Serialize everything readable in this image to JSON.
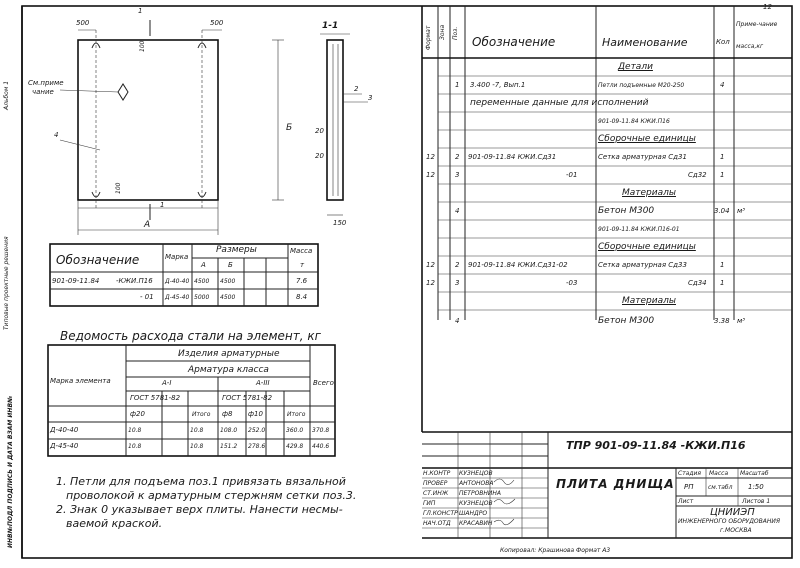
{
  "page_number": "12",
  "left_margin": {
    "top_label": "Альбом 1",
    "mid_label": "Типовые проектные решения",
    "bottom_label": "ИНВ№ПОДЛ ПОДПИСЬ И ДАТА ВЗАМ ИНВ№"
  },
  "drawing": {
    "dim_500_left": "500",
    "dim_500_right": "500",
    "dim_100_top": "100",
    "dim_100_bottom": "100",
    "callout_1_top": "1",
    "callout_1_bottom": "1",
    "callout_4": "4",
    "note_line1": "См.приме",
    "note_line2": "чание",
    "dim_A": "А",
    "dim_B": "Б",
    "section_title": "1-1",
    "callout_2": "2",
    "callout_3": "3",
    "dim_20_a": "20",
    "dim_20_b": "20",
    "dim_150": "150"
  },
  "variants_table": {
    "h_designation": "Обозначение",
    "h_mark": "Марка",
    "h_sizes": "Размеры",
    "h_A": "А",
    "h_B": "Б",
    "h_mass": "Масса",
    "h_mass_unit": "т",
    "rows": [
      {
        "designation": "901-09-11.84",
        "suffix": "-КЖИ.П16",
        "mark": "Д-40-40",
        "a": "4500",
        "b": "4500",
        "mass": "7.6"
      },
      {
        "designation": "",
        "suffix": "- 01",
        "mark": "Д-45-40",
        "a": "5000",
        "b": "4500",
        "mass": "8.4"
      }
    ]
  },
  "steel_table": {
    "title": "Ведомость расхода стали на элемент, кг",
    "h_items": "Изделия арматурные",
    "h_class": "Арматура класса",
    "h_mark": "Марка элемента",
    "h_total": "Всего",
    "h_a1": "А-I",
    "h_a3": "А-III",
    "h_gost1": "ГОСТ 5781-82",
    "h_gost2": "ГОСТ 5781-82",
    "h_cols": [
      "ф20",
      "Итого",
      "ф8",
      "ф10",
      "Итого"
    ],
    "rows": [
      {
        "mark": "Д-40-40",
        "v": [
          "10.8",
          "10.8",
          "108.0",
          "252.0",
          "360.0",
          "370.8"
        ]
      },
      {
        "mark": "Д-45-40",
        "v": [
          "10.8",
          "10.8",
          "151.2",
          "278.6",
          "429.8",
          "440.6"
        ]
      }
    ]
  },
  "notes": [
    "1. Петли для подъема поз.1 привязать вязальной",
    "проволокой к арматурным стержням сетки поз.3.",
    "2. Знак 0 указывает верх плиты. Нанести несмы-",
    "ваемой краской."
  ],
  "spec": {
    "h_format": "Формат",
    "h_zone": "Зона",
    "h_pos": "Поз.",
    "h_designation": "Обозначение",
    "h_name": "Наименование",
    "h_qty": "Кол",
    "h_note": "Приме-чание",
    "h_note2": "масса,кг",
    "rows": [
      {
        "f": "",
        "z": "",
        "p": "",
        "d": "",
        "n": "Детали",
        "q": "",
        "m": "",
        "c": true
      },
      {
        "f": "",
        "z": "",
        "p": "1",
        "d": "3.400 -7, Вып.1",
        "n": "Петли подъемные М20-250",
        "q": "4",
        "m": ""
      },
      {
        "f": "",
        "z": "",
        "p": "",
        "d": "переменные данные для исполнений",
        "n": "",
        "q": "",
        "m": "",
        "span": true
      },
      {
        "f": "",
        "z": "",
        "p": "",
        "d": "",
        "n": "901-09-11.84 КЖИ.П16",
        "q": "",
        "m": ""
      },
      {
        "f": "",
        "z": "",
        "p": "",
        "d": "",
        "n": "Сборочные единицы",
        "q": "",
        "m": "",
        "c": true
      },
      {
        "f": "12",
        "z": "",
        "p": "2",
        "d": "901-09-11.84 КЖИ.Сд31",
        "n": "Сетка арматурная Сд31",
        "q": "1",
        "m": ""
      },
      {
        "f": "12",
        "z": "",
        "p": "3",
        "d": "-01",
        "n": "Сд32",
        "q": "1",
        "m": ""
      },
      {
        "f": "",
        "z": "",
        "p": "",
        "d": "",
        "n": "Материалы",
        "q": "",
        "m": "",
        "c": true
      },
      {
        "f": "",
        "z": "",
        "p": "4",
        "d": "",
        "n": "Бетон М300",
        "q": "3.04",
        "m": "м³"
      },
      {
        "f": "",
        "z": "",
        "p": "",
        "d": "",
        "n": "901-09-11.84 КЖИ.П16-01",
        "q": "",
        "m": ""
      },
      {
        "f": "",
        "z": "",
        "p": "",
        "d": "",
        "n": "Сборочные единицы",
        "q": "",
        "m": "",
        "c": true
      },
      {
        "f": "12",
        "z": "",
        "p": "2",
        "d": "901-09-11.84 КЖИ.Сд31-02",
        "n": "Сетка арматурная Сд33",
        "q": "1",
        "m": ""
      },
      {
        "f": "12",
        "z": "",
        "p": "3",
        "d": "-03",
        "n": "Сд34",
        "q": "1",
        "m": ""
      },
      {
        "f": "",
        "z": "",
        "p": "",
        "d": "",
        "n": "Материалы",
        "q": "",
        "m": "",
        "c": true
      },
      {
        "f": "",
        "z": "",
        "p": "",
        "d": "",
        "n": "",
        "q": "",
        "m": ""
      },
      {
        "f": "",
        "z": "",
        "p": "4",
        "d": "",
        "n": "Бетон М300",
        "q": "3.38",
        "m": "м³"
      }
    ]
  },
  "title_block": {
    "code": "ТПР 901-09-11.84 -КЖИ.П16",
    "name": "ПЛИТА ДНИЩА",
    "h_stage": "Стадия",
    "h_mass": "Масса",
    "h_scale": "Масштаб",
    "stage": "РП",
    "mass": "см.табл",
    "scale": "1:50",
    "sheet": "Лист",
    "sheets": "Листов 1",
    "org1": "ЦНИИЭП",
    "org2": "ИНЖЕНЕРНОГО ОБОРУДОВАНИЯ",
    "org3": "г.МОСКВА",
    "signers": [
      {
        "role": "Н.КОНТР",
        "name": "КУЗНЕЦОВ"
      },
      {
        "role": "ПРОВЕР",
        "name": "АНТОНОВА"
      },
      {
        "role": "СТ.ИНЖ",
        "name": "ПЕТРОВНИНА"
      },
      {
        "role": "ГИП",
        "name": "КУЗНЕЦОВ"
      },
      {
        "role": "ГЛ.КОНСТР",
        "name": "ШАНДРО"
      },
      {
        "role": "НАЧ.ОТД",
        "name": "КРАСАВИН"
      }
    ],
    "footer": "Копировал: Крашинова         Формат А3"
  }
}
